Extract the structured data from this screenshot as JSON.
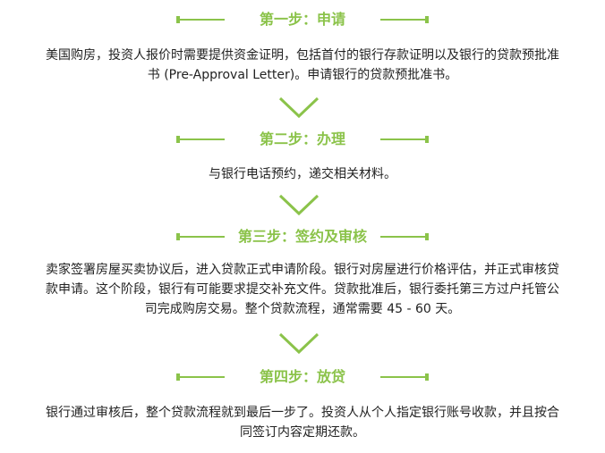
{
  "colors": {
    "accent": "#8bc34a",
    "text": "#222222"
  },
  "steps": [
    {
      "title": "第一步：申请",
      "lines": [
        "美国购房，投资人报价时需要提供资金证明，包括首付的银行存款证明以及银行的贷款预批准",
        "书 (Pre-Approval Letter)。申请银行的贷款预批准书。"
      ]
    },
    {
      "title": "第二步：办理",
      "lines": [
        "与银行电话预约，递交相关材料。"
      ]
    },
    {
      "title": "第三步：签约及审核",
      "lines": [
        "卖家签署房屋买卖协议后，进入贷款正式申请阶段。银行对房屋进行价格评估，并正式审核贷",
        "款申请。这个阶段，银行有可能要求提交补充文件。贷款批准后，银行委托第三方过户托管公",
        "司完成购房交易。整个贷款流程，通常需要 45 - 60 天。"
      ]
    },
    {
      "title": "第四步：放贷",
      "lines": [
        "银行通过审核后，整个贷款流程就到最后一步了。投资人从个人指定银行账号收款，并且按合",
        "同签订内容定期还款。"
      ]
    }
  ],
  "icons": {
    "divider_arrow": "chevron-down-icon"
  }
}
